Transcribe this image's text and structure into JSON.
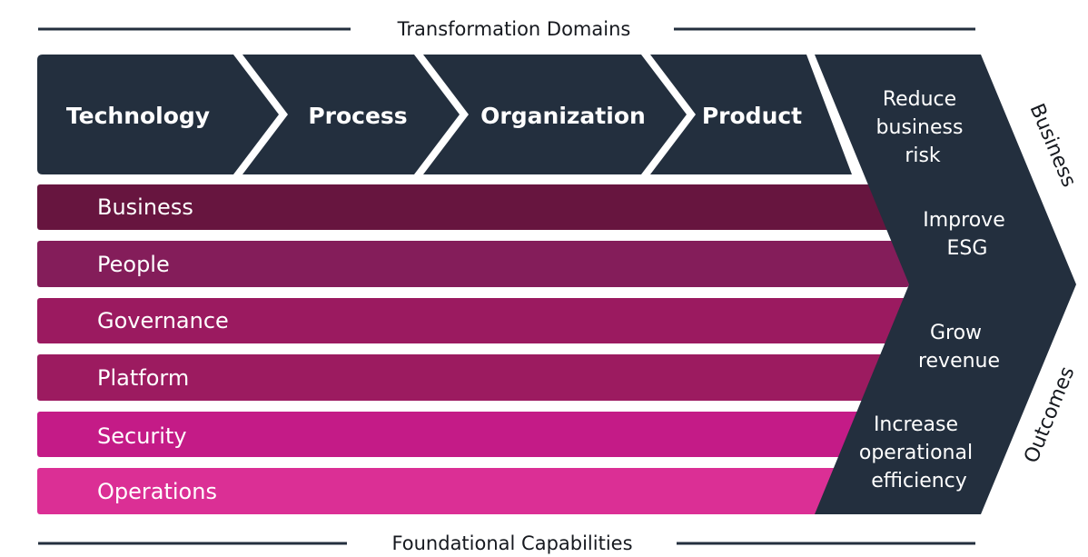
{
  "header": {
    "title": "Transformation Domains"
  },
  "footer": {
    "title": "Foundational Capabilities"
  },
  "domains": [
    {
      "label": "Technology"
    },
    {
      "label": "Process"
    },
    {
      "label": "Organization"
    },
    {
      "label": "Product"
    }
  ],
  "capabilities": [
    {
      "label": "Business",
      "color": "#67153f"
    },
    {
      "label": "People",
      "color": "#841d5a"
    },
    {
      "label": "Governance",
      "color": "#9b1a60"
    },
    {
      "label": "Platform",
      "color": "#9c1b60"
    },
    {
      "label": "Security",
      "color": "#c41b87"
    },
    {
      "label": "Operations",
      "color": "#db2f95"
    }
  ],
  "outcomes": {
    "items": [
      {
        "lines": [
          "Reduce",
          "business",
          "risk"
        ]
      },
      {
        "lines": [
          "Improve",
          "ESG"
        ]
      },
      {
        "lines": [
          "Grow",
          "revenue"
        ]
      },
      {
        "lines": [
          "Increase",
          "operational",
          "efficiency"
        ]
      }
    ],
    "side_label_top": "Business",
    "side_label_bottom": "Outcomes"
  },
  "colors": {
    "navy": "#232f3e",
    "line": "#232f3e"
  }
}
